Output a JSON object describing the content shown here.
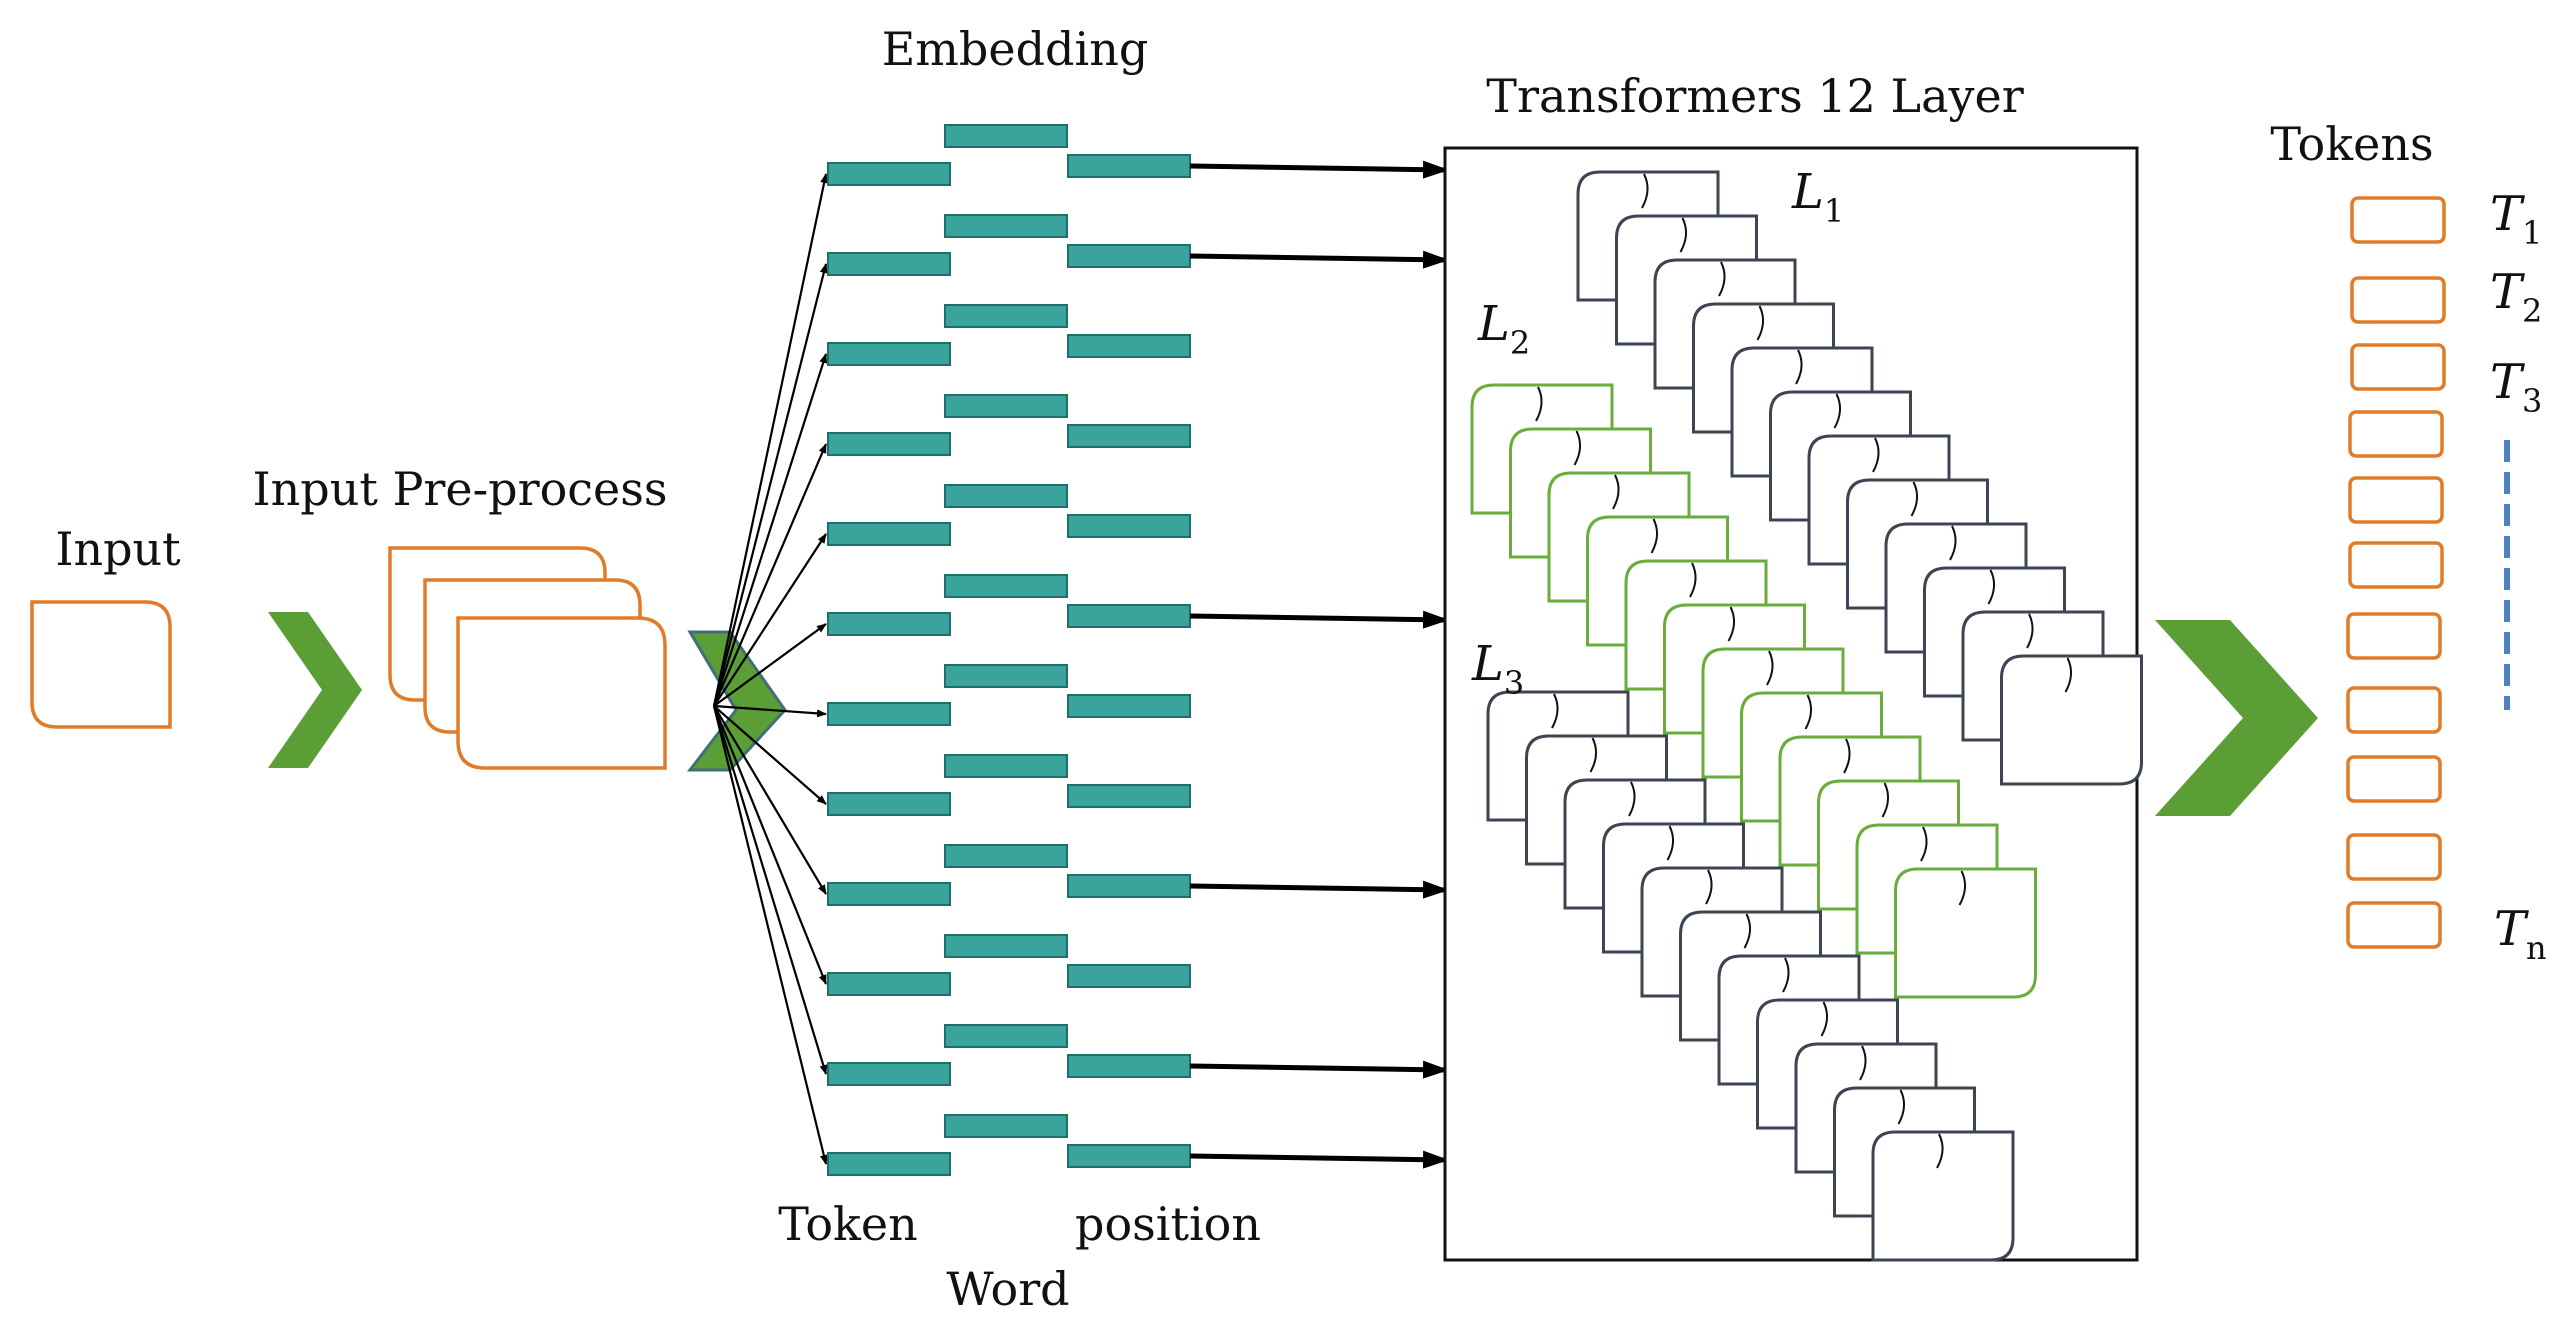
{
  "labels": {
    "input": "Input",
    "preprocess": "Input Pre-process",
    "embedding": "Embedding",
    "token": "Token",
    "word": "Word",
    "position": "position",
    "transformers": "Transformers 12 Layer",
    "tokens": "Tokens"
  },
  "layers": [
    {
      "letter": "L",
      "sub": "1"
    },
    {
      "letter": "L",
      "sub": "2"
    },
    {
      "letter": "L",
      "sub": "3"
    }
  ],
  "token_labels": [
    {
      "letter": "T",
      "sub": "1"
    },
    {
      "letter": "T",
      "sub": "2"
    },
    {
      "letter": "T",
      "sub": "3"
    },
    {
      "letter": "T",
      "sub": "n"
    }
  ],
  "colors": {
    "input_outline": "#e07b2a",
    "chevron": "#5a9e35",
    "embedding_bar": "#3aa39c",
    "embedding_bar_edge": "#1f6f6c",
    "layer_outline": "#3d4552",
    "layer2_outline": "#6aad3a",
    "dashed_line": "#4f7fbf",
    "arrow": "#000000"
  },
  "icons": [
    "chevron-right-icon",
    "arrow-icon"
  ]
}
